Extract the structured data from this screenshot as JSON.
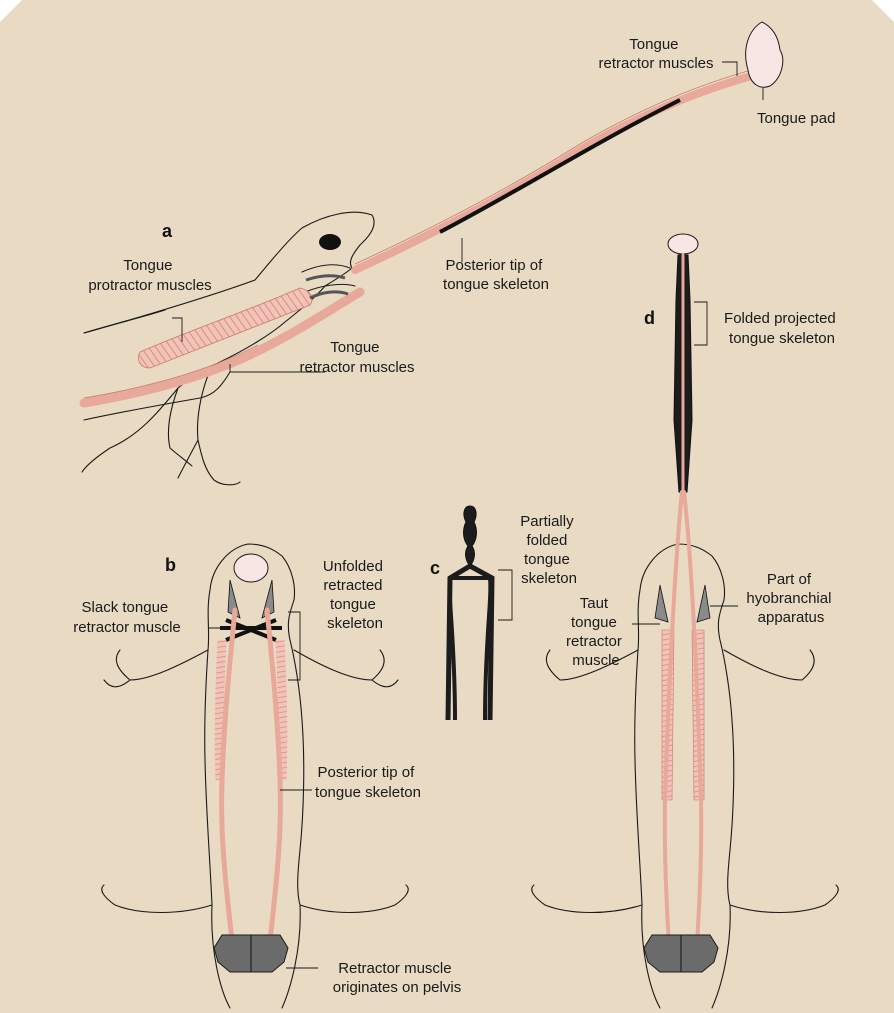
{
  "panels": {
    "a": "a",
    "b": "b",
    "c": "c",
    "d": "d"
  },
  "labels": {
    "a_retractor_top": [
      "Tongue",
      "retractor muscles"
    ],
    "a_tongue_pad": "Tongue pad",
    "a_posterior_tip": [
      "Posterior tip of",
      "tongue skeleton"
    ],
    "a_protractor": [
      "Tongue",
      "protractor muscles"
    ],
    "a_retractor_lower": [
      "Tongue",
      "retractor muscles"
    ],
    "d_folded_projected": [
      "Folded projected",
      "tongue skeleton"
    ],
    "c_partially_folded": [
      "Partially",
      "folded",
      "tongue",
      "skeleton"
    ],
    "b_unfolded": [
      "Unfolded",
      "retracted",
      "tongue",
      "skeleton"
    ],
    "b_slack": [
      "Slack tongue",
      "retractor muscle"
    ],
    "d_hyobranchial": [
      "Part of",
      "hyobranchial",
      "apparatus"
    ],
    "d_taut": [
      "Taut",
      "tongue",
      "retractor",
      "muscle"
    ],
    "b_posterior_tip": [
      "Posterior tip of",
      "tongue skeleton"
    ],
    "b_pelvis": [
      "Retractor muscle",
      "originates on pelvis"
    ]
  },
  "colors": {
    "background": "#e8dac3",
    "muscle": "#e8a89a",
    "skeleton": "#1c1c1c",
    "pelvis": "#6b6b6b",
    "tongue_pad": "#f8e6e4"
  }
}
